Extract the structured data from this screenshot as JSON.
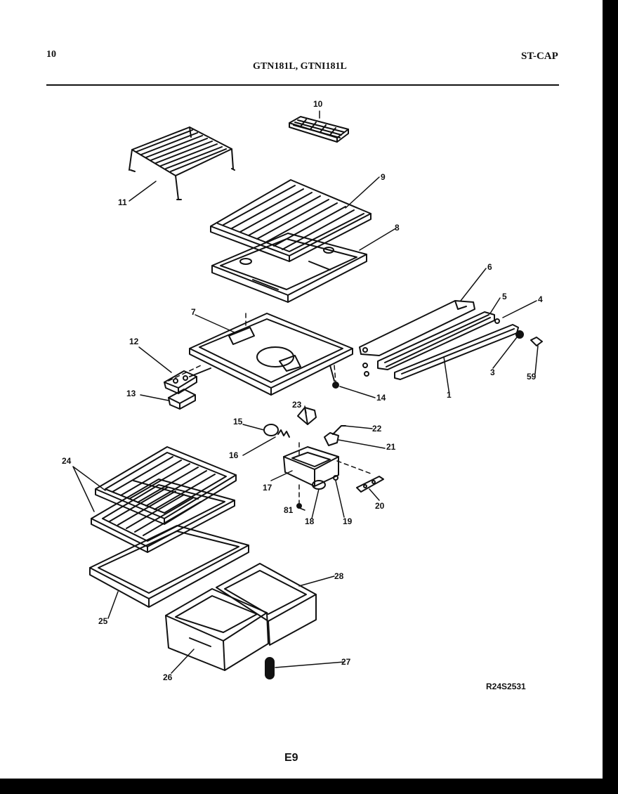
{
  "header": {
    "page_number": "10",
    "model_title": "GTN181L, GTNI181L",
    "section_code": "ST-CAP"
  },
  "diagram": {
    "callouts": [
      "1",
      "3",
      "4",
      "5",
      "6",
      "7",
      "8",
      "9",
      "10",
      "11",
      "12",
      "13",
      "14",
      "15",
      "16",
      "17",
      "18",
      "19",
      "20",
      "21",
      "22",
      "23",
      "24",
      "25",
      "26",
      "27",
      "28",
      "59",
      "81"
    ],
    "reference_code": "R24S2531"
  },
  "footer": {
    "page_code": "E9"
  }
}
